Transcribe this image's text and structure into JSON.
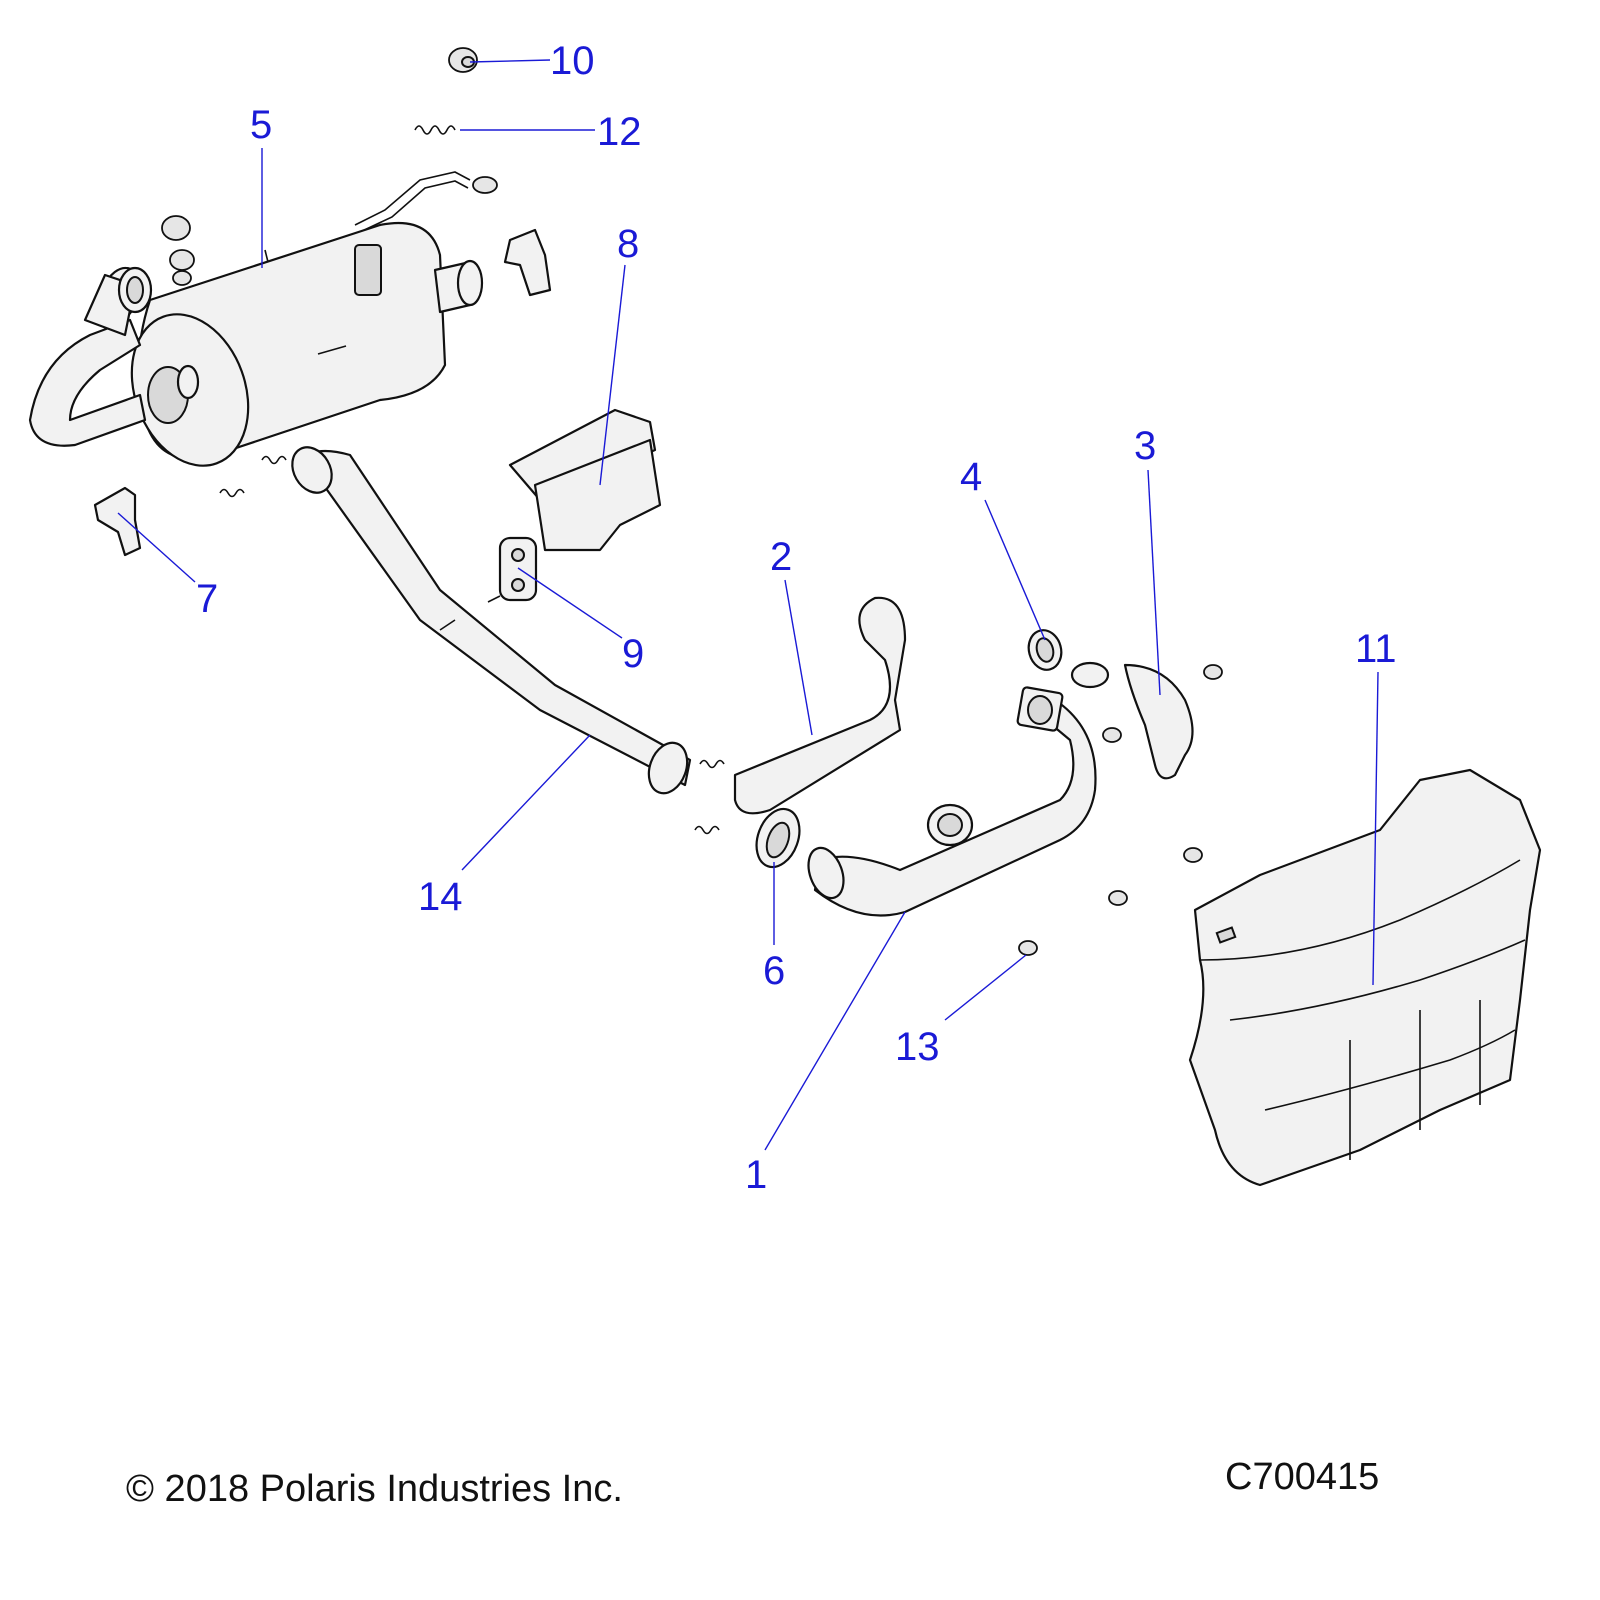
{
  "colors": {
    "callout": "#1a1ad6",
    "line_art": "#111111",
    "part_fill": "#f2f2f2"
  },
  "callouts": [
    {
      "num": "1",
      "part": "head-pipe"
    },
    {
      "num": "2",
      "part": "heat-shield-small"
    },
    {
      "num": "3",
      "part": "heat-shield-cap"
    },
    {
      "num": "4",
      "part": "clamp"
    },
    {
      "num": "5",
      "part": "muffler"
    },
    {
      "num": "6",
      "part": "gasket-seal"
    },
    {
      "num": "7",
      "part": "mounting-bracket"
    },
    {
      "num": "8",
      "part": "heat-shield-bracket"
    },
    {
      "num": "9",
      "part": "rubber-isolator"
    },
    {
      "num": "10",
      "part": "grommet"
    },
    {
      "num": "11",
      "part": "large-heat-shield"
    },
    {
      "num": "12",
      "part": "spring"
    },
    {
      "num": "13",
      "part": "bolt"
    },
    {
      "num": "14",
      "part": "mid-pipe"
    }
  ],
  "footer": {
    "copyright": "© 2018 Polaris Industries Inc.",
    "figure_id": "C700415"
  }
}
